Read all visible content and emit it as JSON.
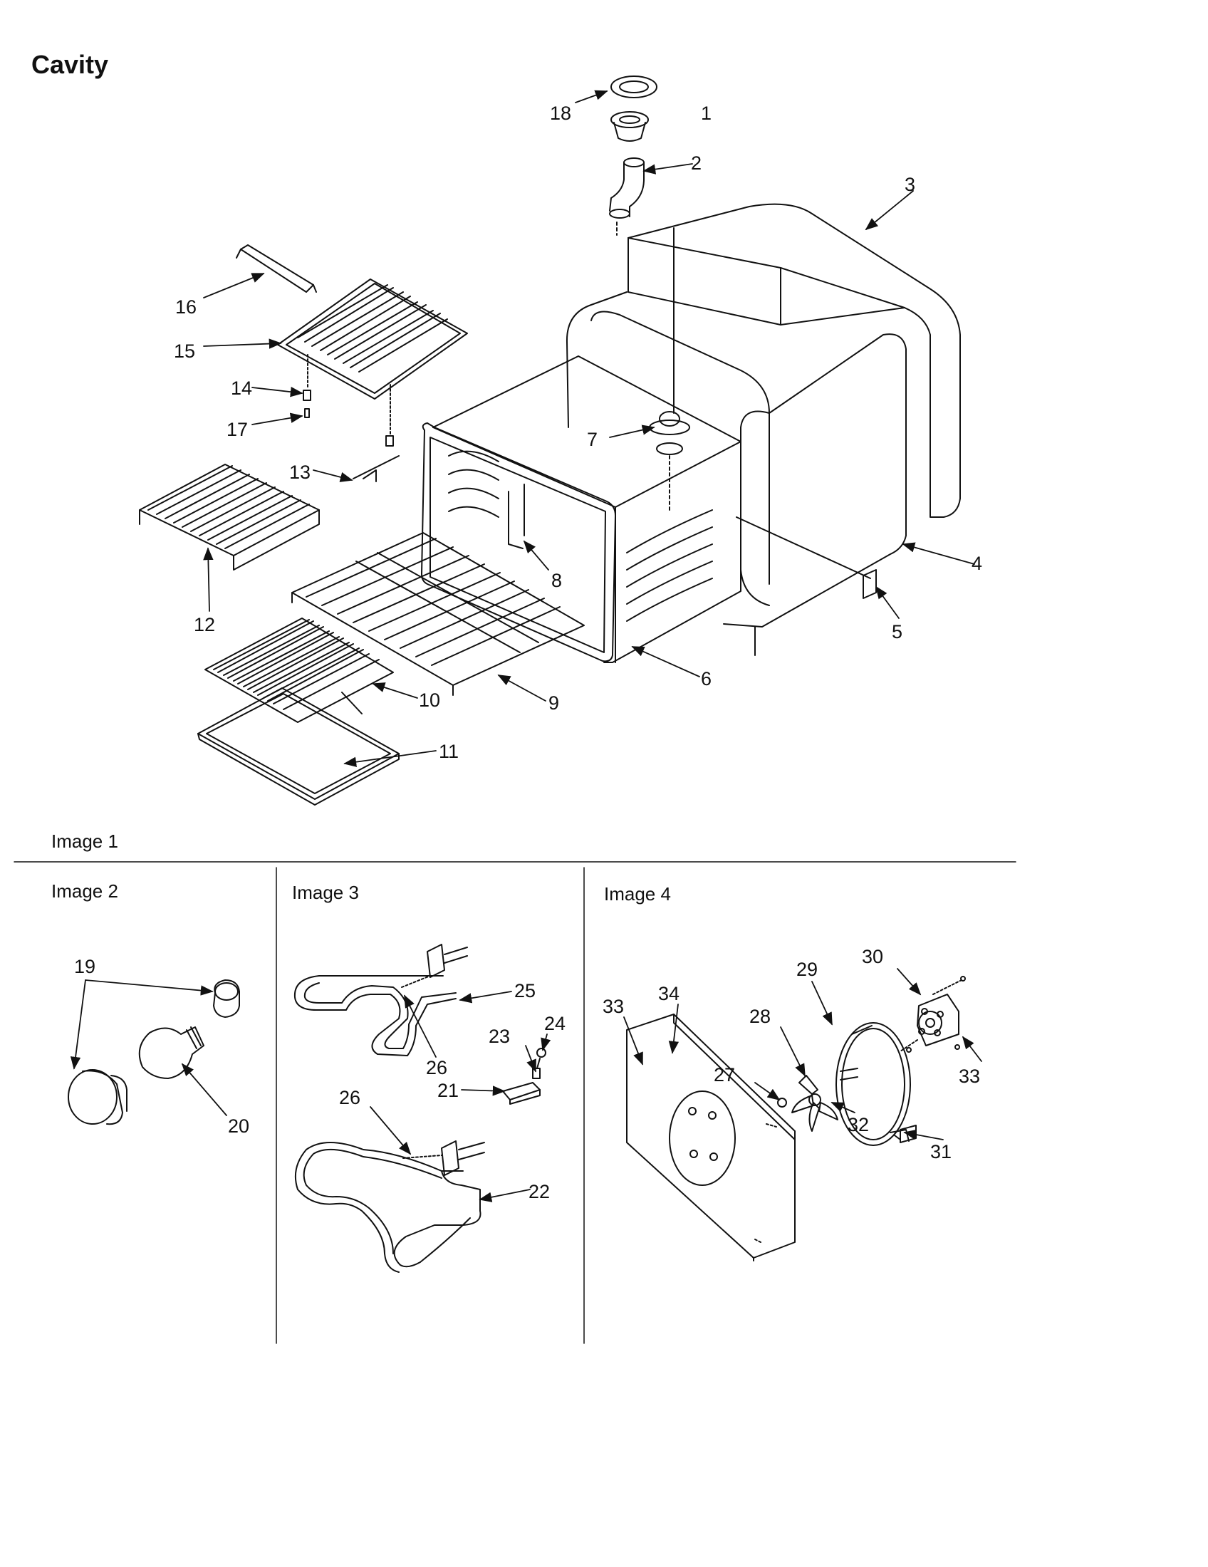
{
  "title": "Cavity",
  "panels": {
    "image1": "Image 1",
    "image2": "Image 2",
    "image3": "Image 3",
    "image4": "Image 4"
  },
  "callouts": {
    "c1": "1",
    "c2": "2",
    "c3": "3",
    "c4": "4",
    "c5": "5",
    "c6": "6",
    "c7": "7",
    "c8": "8",
    "c9": "9",
    "c10": "10",
    "c11": "11",
    "c12": "12",
    "c13": "13",
    "c14": "14",
    "c15": "15",
    "c16": "16",
    "c17": "17",
    "c18": "18",
    "c19": "19",
    "c20": "20",
    "c21": "21",
    "c22": "22",
    "c23": "23",
    "c24": "24",
    "c25": "25",
    "c26a": "26",
    "c26b": "26",
    "c27": "27",
    "c28": "28",
    "c29": "29",
    "c30": "30",
    "c31": "31",
    "c32": "32",
    "c33a": "33",
    "c33b": "33",
    "c34": "34"
  }
}
